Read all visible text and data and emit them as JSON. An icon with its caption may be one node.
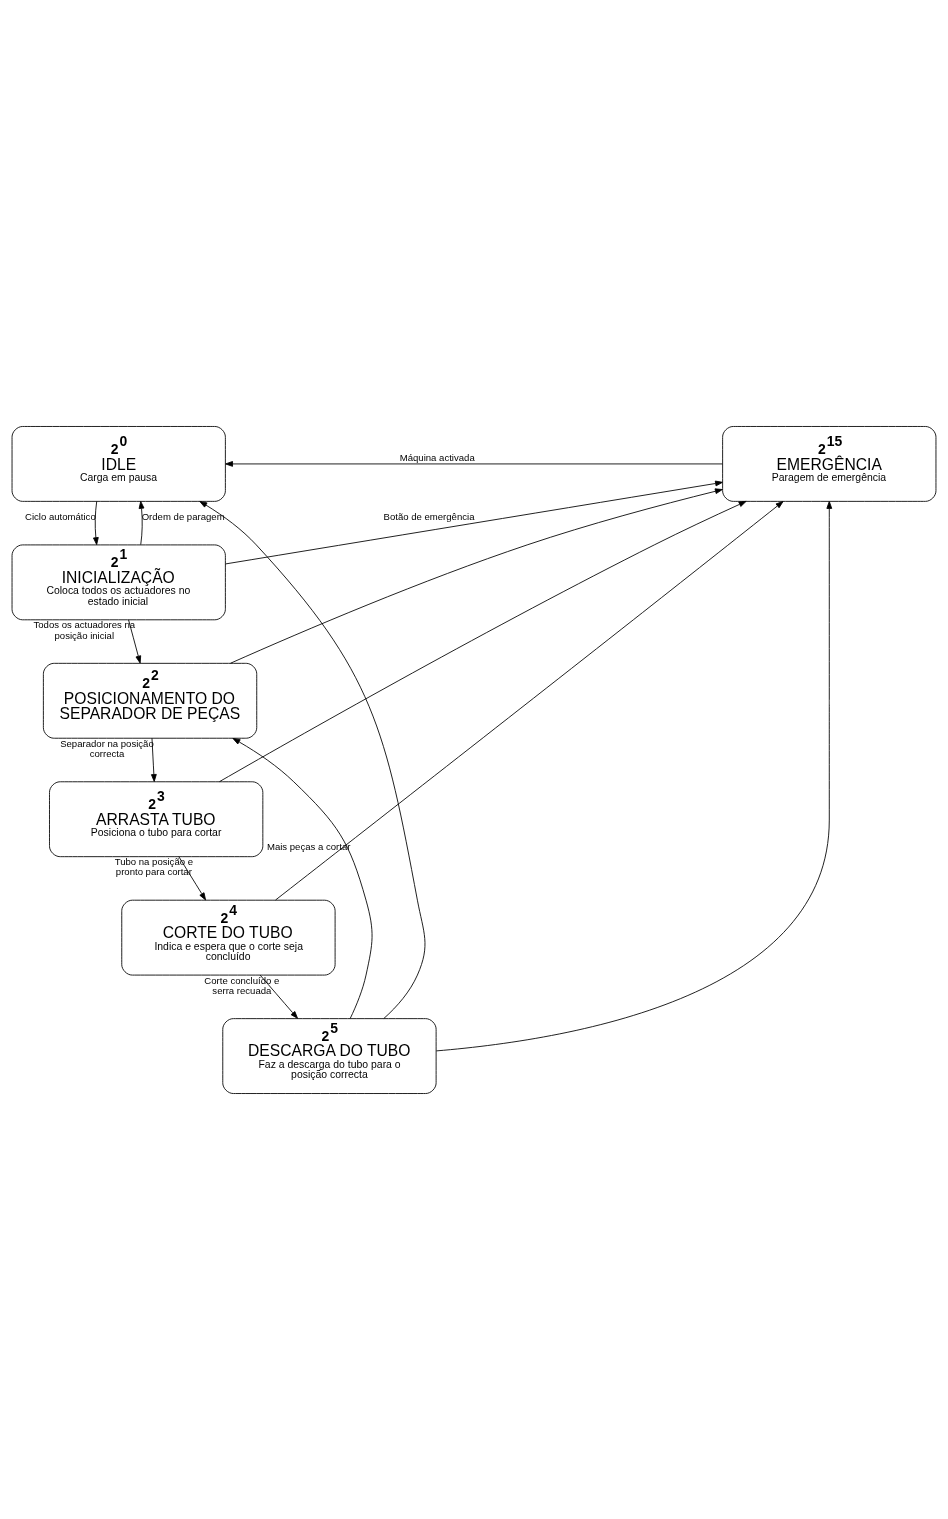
{
  "diagram": {
    "nodes": [
      {
        "text": [
          "2$^{0}$",
          "IDLE",
          "Carga em pausa"
        ]
      },
      {
        "text": [
          "2$^{1}$",
          "INICIALIZAÇÃO",
          "Coloca todos os actuadores no estado inicial"
        ]
      },
      {
        "text": [
          "2$^{2}$",
          "POSICIONAMENTO DO SEPARADOR DE PEÇAS"
        ]
      },
      {
        "text": [
          "2$^{3}$",
          "ARRASTA TUBO",
          "Posiciona o tubo para cortar"
        ]
      },
      {
        "text": [
          "2$^{4}$",
          "CORTE DO TUBO",
          "Indica e espera que o corte seja concluído"
        ]
      },
      {
        "text": [
          "2$^{5}$",
          "DESCARGA DO TUBO",
          "Faz a descarga do tubo para o posição correcta"
        ]
      },
      {
        "text": [
          "2$^{15}$",
          "EMERGÊNCIA",
          "Paragem de emergência"
        ]
      }
    ],
    "edges": [
      {
        "from": 0,
        "to": 1,
        "arrow": "to",
        "label": "Ciclo automático"
      },
      {
        "from": 1,
        "to": 2,
        "arrow": "to",
        "label": "Todos os actuadores na posição inicial"
      },
      {
        "from": 2,
        "to": 3,
        "arrow": "to",
        "label": "Separador na posição correcta"
      },
      {
        "from": 3,
        "to": 4,
        "arrow": "to",
        "label": "Tubo na posição e pronto para cortar"
      },
      {
        "from": 4,
        "to": 5,
        "arrow": "to",
        "label": "Corte concluído e serra recuada"
      },
      {
        "from": 5,
        "to": 2,
        "arrow": "to",
        "label": "Mais peças a cortar"
      },
      {
        "from": 6,
        "to": 0,
        "arrow": "to",
        "label": "Máquina activada"
      },
      {
        "from": 1,
        "to": 6,
        "arrow": "to",
        "label": "Botão de emergência"
      },
      {
        "from": 2,
        "to": 6,
        "arrow": "to"
      },
      {
        "from": 3,
        "to": 6,
        "arrow": "to"
      },
      {
        "from": 4,
        "to": 6,
        "arrow": "to"
      },
      {
        "from": 5,
        "to": 6,
        "arrow": "to"
      },
      {
        "from": 1,
        "to": 0,
        "arrow": "to",
        "label": "Ordem de paragem"
      },
      {
        "from": 5,
        "to": 0,
        "arrow": "to"
      }
    ]
  }
}
